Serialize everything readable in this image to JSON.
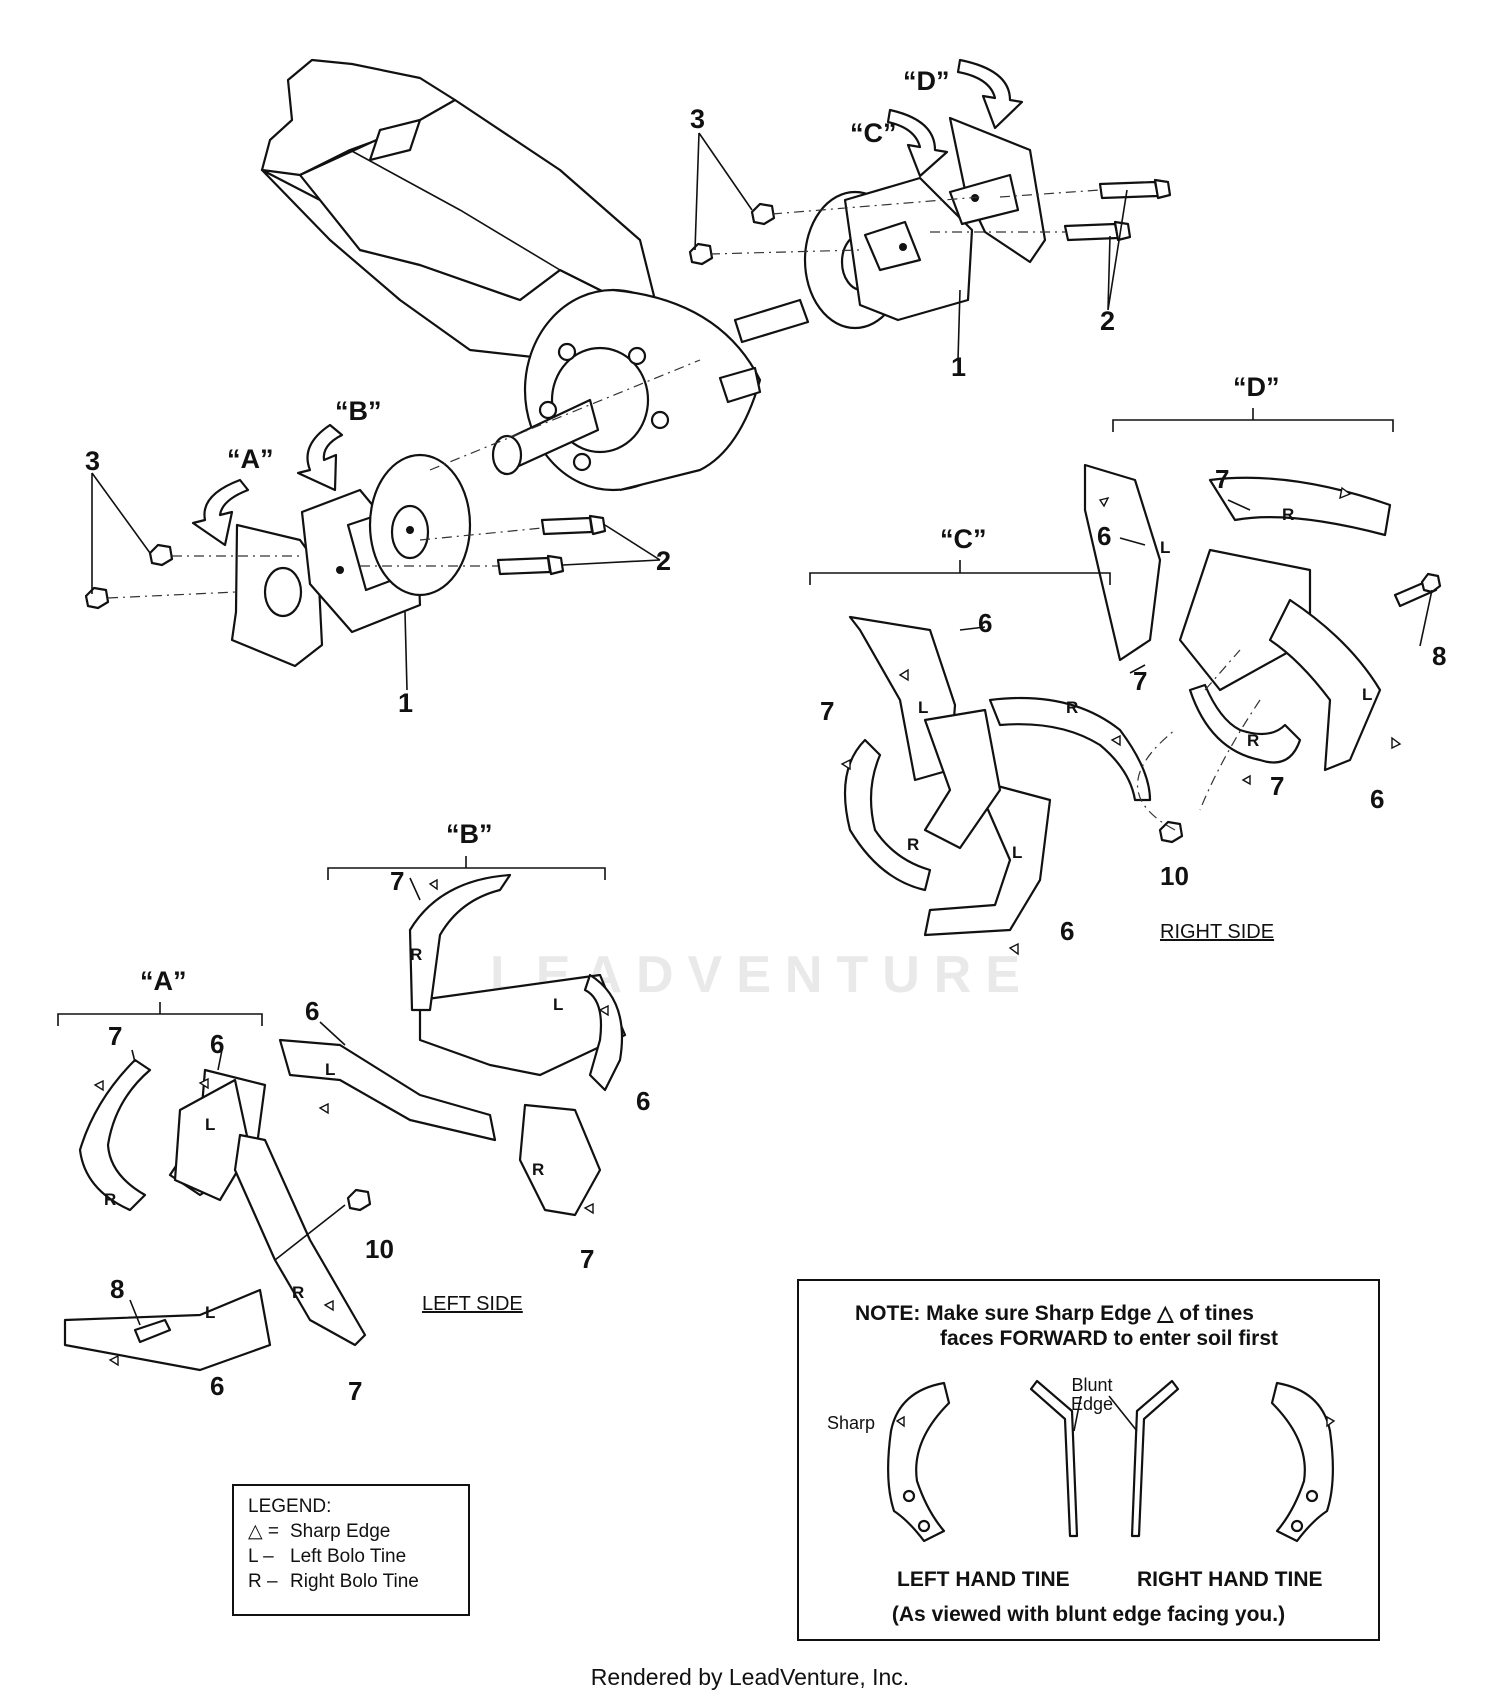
{
  "watermark": {
    "text": "LEADVENTURE"
  },
  "callouts": {
    "A": "“A”",
    "B": "“B”",
    "C": "“C”",
    "D": "“D”",
    "n1": "1",
    "n2": "2",
    "n3": "3",
    "n6": "6",
    "n7": "7",
    "n8": "8",
    "n10": "10"
  },
  "letters": {
    "L": "L",
    "R": "R"
  },
  "side_labels": {
    "left": "LEFT SIDE",
    "right": "RIGHT SIDE"
  },
  "legend": {
    "title": "LEGEND:",
    "rows": [
      {
        "symbol": "△ =",
        "text": "Sharp Edge"
      },
      {
        "symbol": "L –",
        "text": "Left Bolo Tine"
      },
      {
        "symbol": "R –",
        "text": "Right Bolo Tine"
      }
    ]
  },
  "note": {
    "line1_prefix": "NOTE:  Make sure Sharp Edge",
    "triangle": "△",
    "line1_suffix": "of tines",
    "line2": "faces FORWARD to enter soil first",
    "sharp": "Sharp",
    "blunt_1": "Blunt",
    "blunt_2": "Edge",
    "left_tine": "LEFT HAND TINE",
    "right_tine": "RIGHT HAND TINE",
    "viewed": "(As viewed with blunt edge facing you.)"
  },
  "footer": {
    "rendered_by": "Rendered by LeadVenture, Inc."
  }
}
